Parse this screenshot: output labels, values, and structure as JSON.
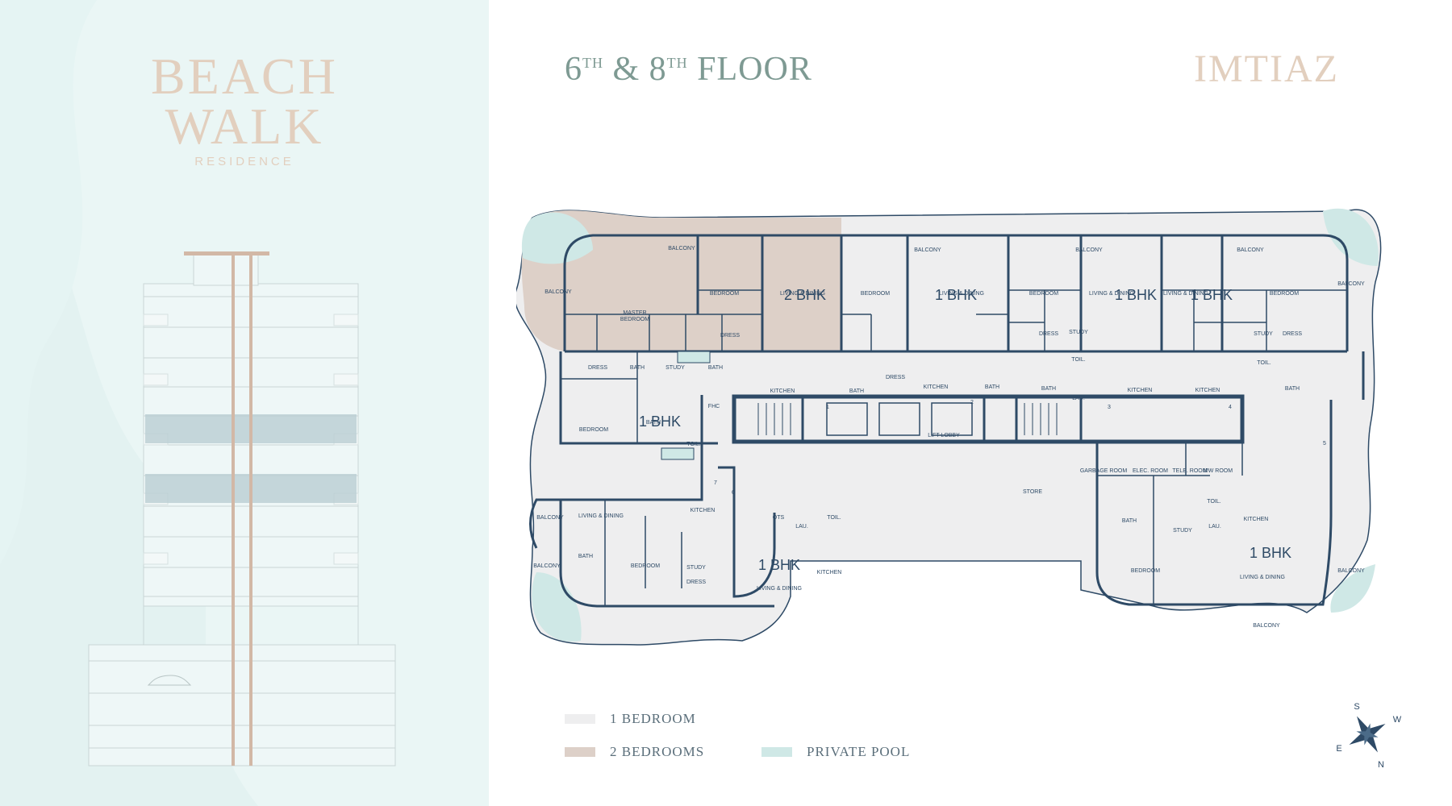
{
  "brand": {
    "line1": "BEACH",
    "line2": "WALK",
    "line3": "RESIDENCE"
  },
  "header": {
    "floor_a": "6",
    "sup_a": "TH",
    "amp": "&",
    "floor_b": "8",
    "sup_b": "TH",
    "floor_word": "FLOOR",
    "logo": "IMTIAZ"
  },
  "units": {
    "u1": "2 BHK",
    "u2": "1 BHK",
    "u3": "1 BHK",
    "u4": "1 BHK",
    "u5": "1 BHK",
    "u6": "1 BHK",
    "u7": "1 BHK"
  },
  "rooms": {
    "balcony": "BALCONY",
    "master_bedroom_1": "MASTER",
    "master_bedroom_2": "BEDROOM",
    "bedroom": "BEDROOM",
    "living_dining": "LIVING & DINING",
    "dress": "DRESS",
    "bath": "BATH",
    "study": "STUDY",
    "kitchen": "KITCHEN",
    "fhc": "FHC",
    "toil": "TOIL.",
    "lau": "LAU.",
    "lift_lobby": "LIFT LOBBY",
    "store": "STORE",
    "ots": "OTS",
    "garbage": "GARBAGE ROOM",
    "elec": "ELEC. ROOM",
    "tele": "TELE. ROOM",
    "mw": "MW ROOM",
    "balcony_lower": "BALCONY"
  },
  "markers": [
    "1",
    "2",
    "3",
    "4",
    "5",
    "6",
    "7"
  ],
  "legend": {
    "one_bedroom": "1 BEDROOM",
    "two_bedrooms": "2 BEDROOMS",
    "private_pool": "PRIVATE POOL"
  },
  "compass": {
    "s": "S",
    "w": "W",
    "e": "E",
    "n": "N"
  },
  "colors": {
    "left_bg": "#eaf6f5",
    "brand": "#e2cfbe",
    "title": "#7e9a93",
    "wall": "#2e4a66",
    "one_bed": "#eeeeef",
    "two_bed": "#ddd0c8",
    "pool": "#cfe8e6"
  }
}
